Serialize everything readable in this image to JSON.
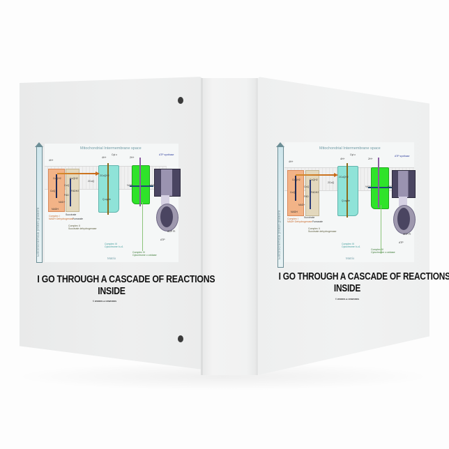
{
  "product": {
    "type": "3-ring binder",
    "color": "#eeefef",
    "hole_color": "#3b3b3b"
  },
  "cover": {
    "title_line1": "I GO THROUGH A CASCADE OF REACTIONS",
    "title_line2": "INSIDE",
    "copyright": "© WORDS & UNWORDS"
  },
  "diagram": {
    "title": "Mitochondrial Intermembrane space",
    "gradient_label": "Electrochemical proton gradient",
    "matrix_label": "Matrix",
    "complexes": [
      {
        "name": "Complex I",
        "subtitle": "NADH Dehydrogenase",
        "color": "#f2b387"
      },
      {
        "name": "Complex II",
        "subtitle": "Succinate dehydrogenase",
        "color": "#e3d8bd"
      },
      {
        "name": "Complex III",
        "subtitle": "Cytochrome b-c1",
        "color": "#8fe3d8"
      },
      {
        "name": "Complex IV",
        "subtitle": "Cytochrome c oxidase",
        "color": "#2fe32a"
      },
      {
        "name": "ATP synthase",
        "subtitle": "",
        "color": "#4a4561"
      }
    ],
    "labels": {
      "h_plus_4": "4H+",
      "h_plus_2": "2H+",
      "h_plus": "H+",
      "coqh2": "CoQH2",
      "coq": "CoQ",
      "two_coqh2": "2CoQH2",
      "two_coq": "2CoQ",
      "nadh": "NADH",
      "nad": "NAD+",
      "fadh2": "FADH2",
      "fad": "FAD",
      "succinate": "Succinate",
      "fumarate": "Fumarate",
      "q_cycle": "Q-cycle",
      "cyt_c": "Cyt c",
      "o2": "½O2",
      "h2o": "H2O",
      "adp": "ADP Pi",
      "atp": "ATP"
    }
  }
}
